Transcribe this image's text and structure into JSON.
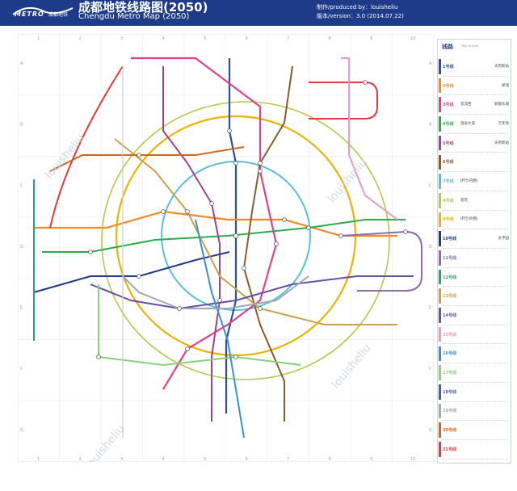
{
  "header": {
    "logo_text": "METRO",
    "logo_cn": "成都地铁",
    "title_cn": "成都地铁线路图(2050)",
    "title_en": "Chengdu Metro Map (2050)",
    "credit_line1": "制作/produced by：louisheliu",
    "credit_line2": "版本/version：3.0  (2014.07.22)",
    "background_color": "#1e3b8a"
  },
  "map": {
    "watermark": "louisheliu",
    "grid_numbers": [
      "1",
      "2",
      "3",
      "4",
      "5",
      "6",
      "7",
      "8",
      "9",
      "10"
    ],
    "grid_letters": [
      "A",
      "B",
      "C",
      "D",
      "E",
      "F",
      "G"
    ]
  },
  "legend": {
    "title": "线路",
    "key_note": "Key to lines",
    "lines": [
      {
        "name": "1号线",
        "a": "",
        "b": "天府新站",
        "color": "#2d4ea3"
      },
      {
        "name": "2号线",
        "a": "",
        "b": "犀浦",
        "color": "#f08a24"
      },
      {
        "name": "3号线",
        "a": "双流西",
        "b": "新都东湖",
        "color": "#e0418f"
      },
      {
        "name": "4号线",
        "a": "温泉大道",
        "b": "万年场",
        "color": "#2cab4d"
      },
      {
        "name": "5号线",
        "a": "",
        "b": "天府新站",
        "color": "#a1418f"
      },
      {
        "name": "6号线",
        "a": "",
        "b": "",
        "color": "#8c5a2b"
      },
      {
        "name": "7号线",
        "a": "环行(内圈)",
        "b": "",
        "color": "#57c2d6"
      },
      {
        "name": "8号线",
        "a": "莲花",
        "b": "",
        "color": "#b6c94b"
      },
      {
        "name": "9号线",
        "a": "环行(外圈)",
        "b": "",
        "color": "#e8b400"
      },
      {
        "name": "10号线",
        "a": "",
        "b": "太平园",
        "color": "#1e3b8a"
      },
      {
        "name": "11号线",
        "a": "",
        "b": "",
        "color": "#8a6ca8"
      },
      {
        "name": "12号线",
        "a": "",
        "b": "",
        "color": "#2b9b8c"
      },
      {
        "name": "13号线",
        "a": "",
        "b": "",
        "color": "#c8a24a"
      },
      {
        "name": "14号线",
        "a": "",
        "b": "",
        "color": "#6b4fa3"
      },
      {
        "name": "15号线",
        "a": "",
        "b": "",
        "color": "#e59bc4"
      },
      {
        "name": "16号线",
        "a": "",
        "b": "",
        "color": "#3a8fd1"
      },
      {
        "name": "17号线",
        "a": "",
        "b": "",
        "color": "#86d17a"
      },
      {
        "name": "18号线",
        "a": "",
        "b": "",
        "color": "#4a5ea8"
      },
      {
        "name": "19号线",
        "a": "",
        "b": "",
        "color": "#9fa8b8"
      },
      {
        "name": "20号线",
        "a": "",
        "b": "",
        "color": "#d0671f"
      },
      {
        "name": "21号线",
        "a": "",
        "b": "",
        "color": "#e03a3a"
      }
    ]
  }
}
